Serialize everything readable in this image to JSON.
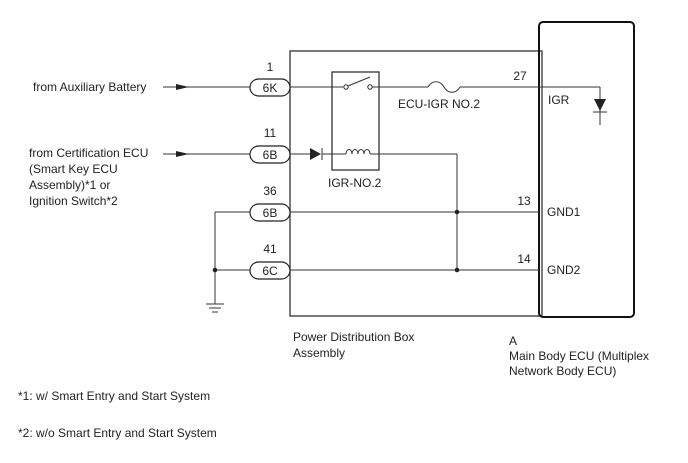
{
  "sources": {
    "aux_battery": "from Auxiliary Battery",
    "cert_ecu_lines": [
      "from Certification ECU",
      "(Smart Key ECU",
      "Assembly)*1 or",
      "Ignition Switch*2"
    ]
  },
  "pin_numbers": {
    "p1": "1",
    "p11": "11",
    "p36": "36",
    "p41": "41",
    "p27": "27",
    "p13": "13",
    "p14": "14"
  },
  "connectors": {
    "c6K": "6K",
    "c6B_top": "6B",
    "c6B_bottom": "6B",
    "c6C": "6C"
  },
  "components": {
    "fuse": "ECU-IGR NO.2",
    "relay": "IGR-NO.2"
  },
  "ecu_terminals": {
    "igr": "IGR",
    "gnd1": "GND1",
    "gnd2": "GND2"
  },
  "captions": {
    "pdb_lines": [
      "Power Distribution Box",
      "Assembly"
    ],
    "ecu_letter": "A",
    "ecu_lines": [
      "Main Body ECU (Multiplex",
      "Network Body ECU)"
    ]
  },
  "footnotes": {
    "note1": "*1: w/ Smart Entry and Start System",
    "note2": "*2: w/o Smart Entry and Start System"
  }
}
